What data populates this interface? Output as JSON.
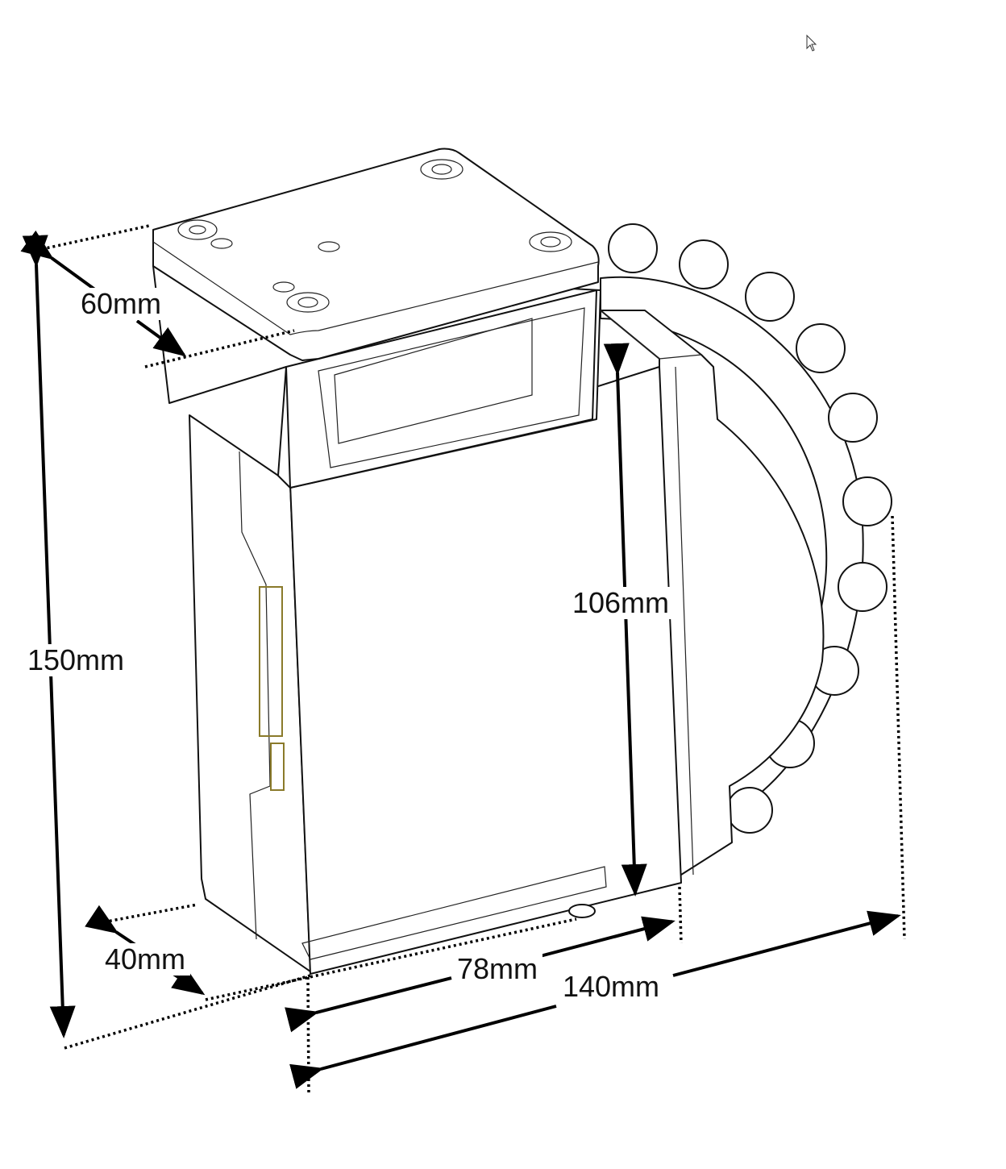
{
  "dimensions": {
    "height_total": "150mm",
    "depth_top": "60mm",
    "height_body": "106mm",
    "depth_bottom": "40mm",
    "width_body": "78mm",
    "width_total": "140mm"
  },
  "icons": {
    "cursor": "mouse-pointer-icon"
  }
}
